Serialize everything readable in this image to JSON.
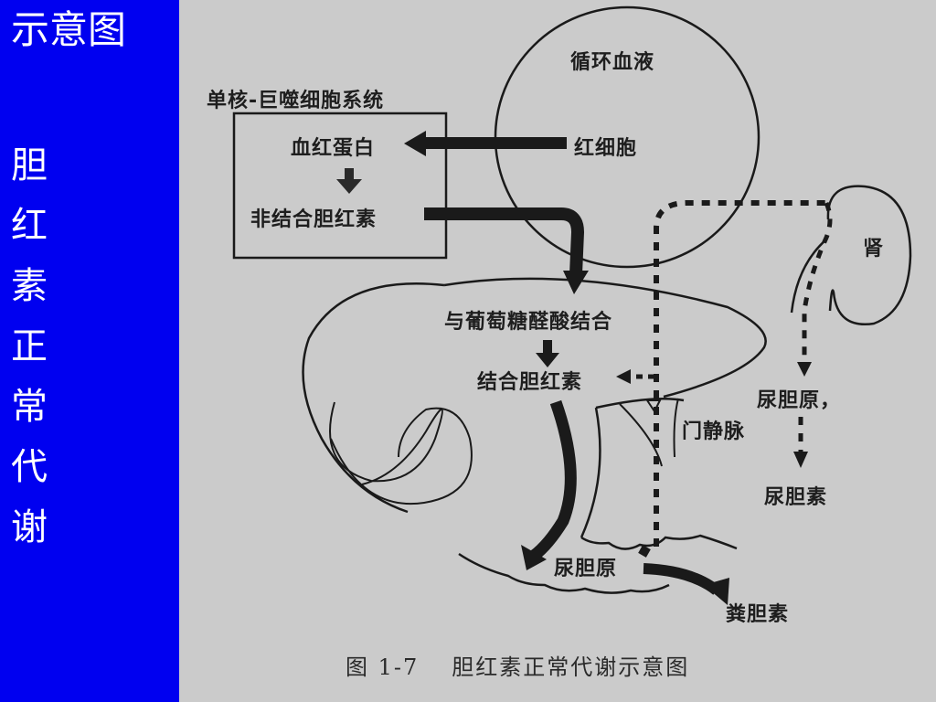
{
  "slide": {
    "title": "示意图",
    "vertical_title": [
      "胆",
      "红",
      "素",
      "正",
      "常",
      "代",
      "谢"
    ],
    "panel_color": "#0000f0"
  },
  "diagram": {
    "system_label": "单核-巨噬细胞系统",
    "hemoglobin": "血红蛋白",
    "unconjugated_bilirubin": "非结合胆红素",
    "circulation": "循环血液",
    "red_blood_cell": "红细胞",
    "glucuronic_conjugation": "与葡萄糖醛酸结合",
    "conjugated_bilirubin": "结合胆红素",
    "kidney": "肾",
    "urobilinogen_kidney": "尿胆原，",
    "portal_vein": "门静脉",
    "urobilin": "尿胆素",
    "urobilinogen_intestine": "尿胆原",
    "stercobilin": "粪胆素"
  },
  "caption": {
    "number": "图 1-7",
    "text": "胆红素正常代谢示意图"
  }
}
